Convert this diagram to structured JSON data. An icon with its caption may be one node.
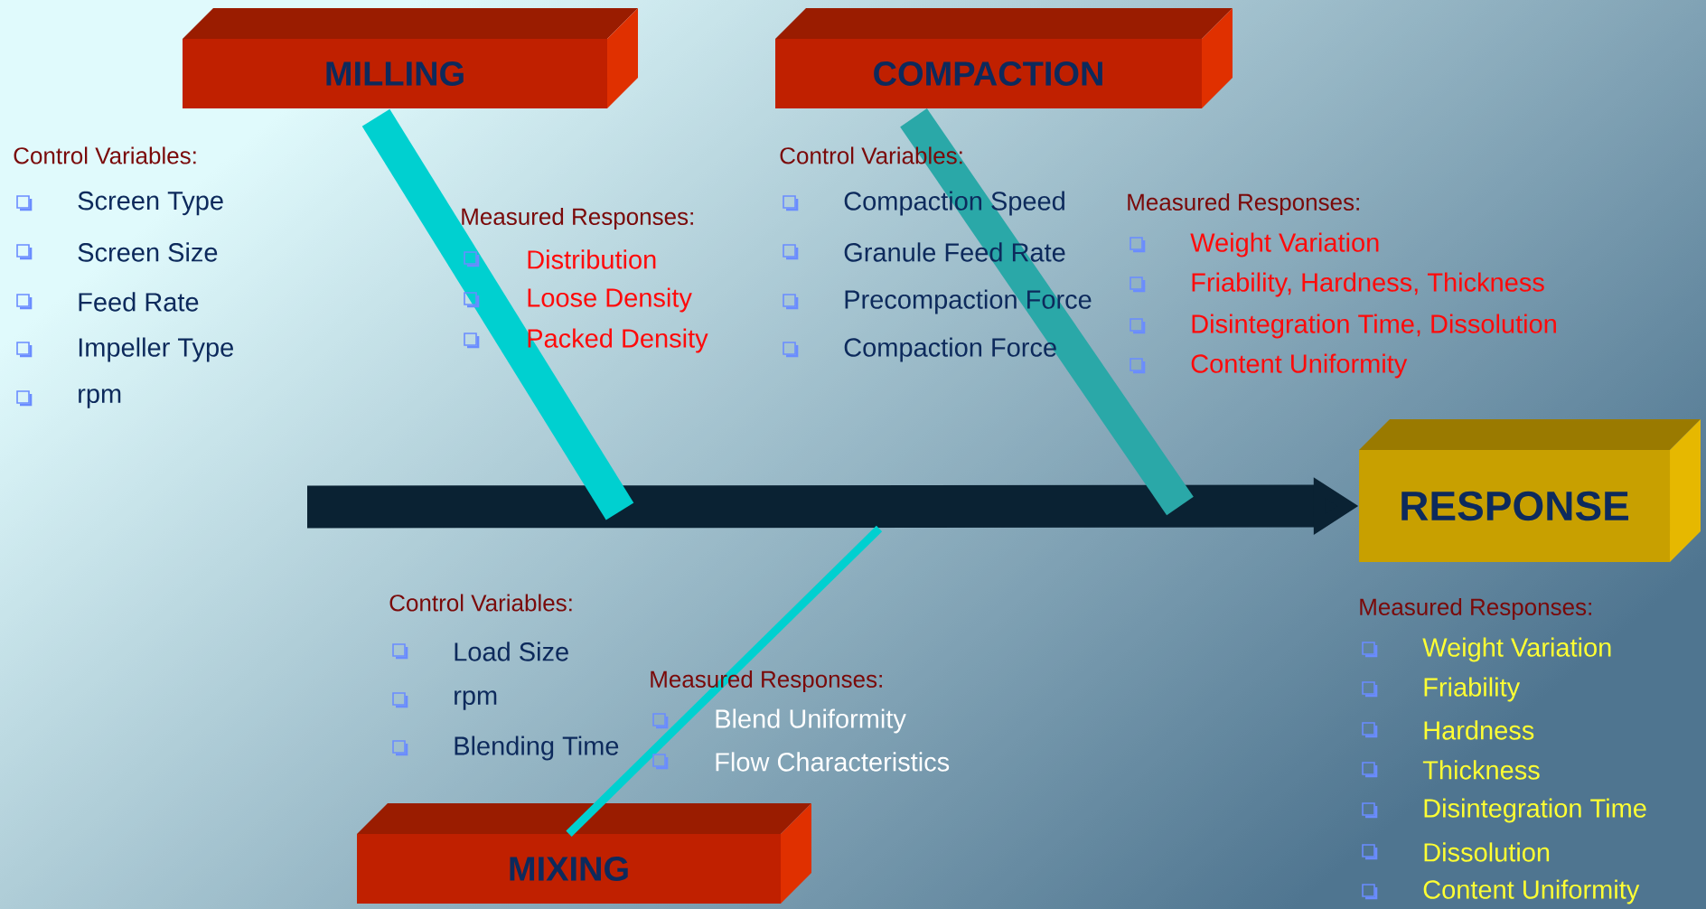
{
  "diagram": {
    "nodes": [
      {
        "text": [
          "MILLING"
        ]
      },
      {
        "text": [
          "COMPACTION"
        ]
      },
      {
        "text": [
          "MIXING"
        ]
      },
      {
        "text": [
          "RESPONSE"
        ]
      }
    ],
    "edges": [
      {
        "from": null,
        "to": 3,
        "arrow": "to",
        "color": "#0a2233"
      },
      {
        "from": 0,
        "to": null,
        "arrow": "none"
      },
      {
        "from": 1,
        "to": null,
        "arrow": "none",
        "color": "#2aa8a8"
      },
      {
        "from": 2,
        "to": null,
        "arrow": "none"
      }
    ],
    "labels": [
      "Control Variables:",
      "Screen Type",
      "Screen Size",
      "Feed Rate",
      "Impeller Type",
      "rpm",
      "Measured Responses:",
      "Distribution",
      "Loose Density",
      "Packed Density",
      "Control Variables:",
      "Compaction Speed",
      "Granule Feed Rate",
      "Precompaction Force",
      "Compaction Force",
      "Measured Responses:",
      "Weight Variation",
      "Friability, Hardness, Thickness",
      "Disintegration Time, Dissolution",
      "Content Uniformity",
      "Control Variables:",
      "Load Size",
      "rpm",
      "Blending Time",
      "Measured Responses:",
      "Blend Uniformity",
      "Flow Characteristics",
      "Measured Responses:",
      "Weight Variation",
      "Friability",
      "Hardness",
      "Thickness",
      "Disintegration Time",
      "Dissolution",
      "Content Uniformity"
    ]
  }
}
